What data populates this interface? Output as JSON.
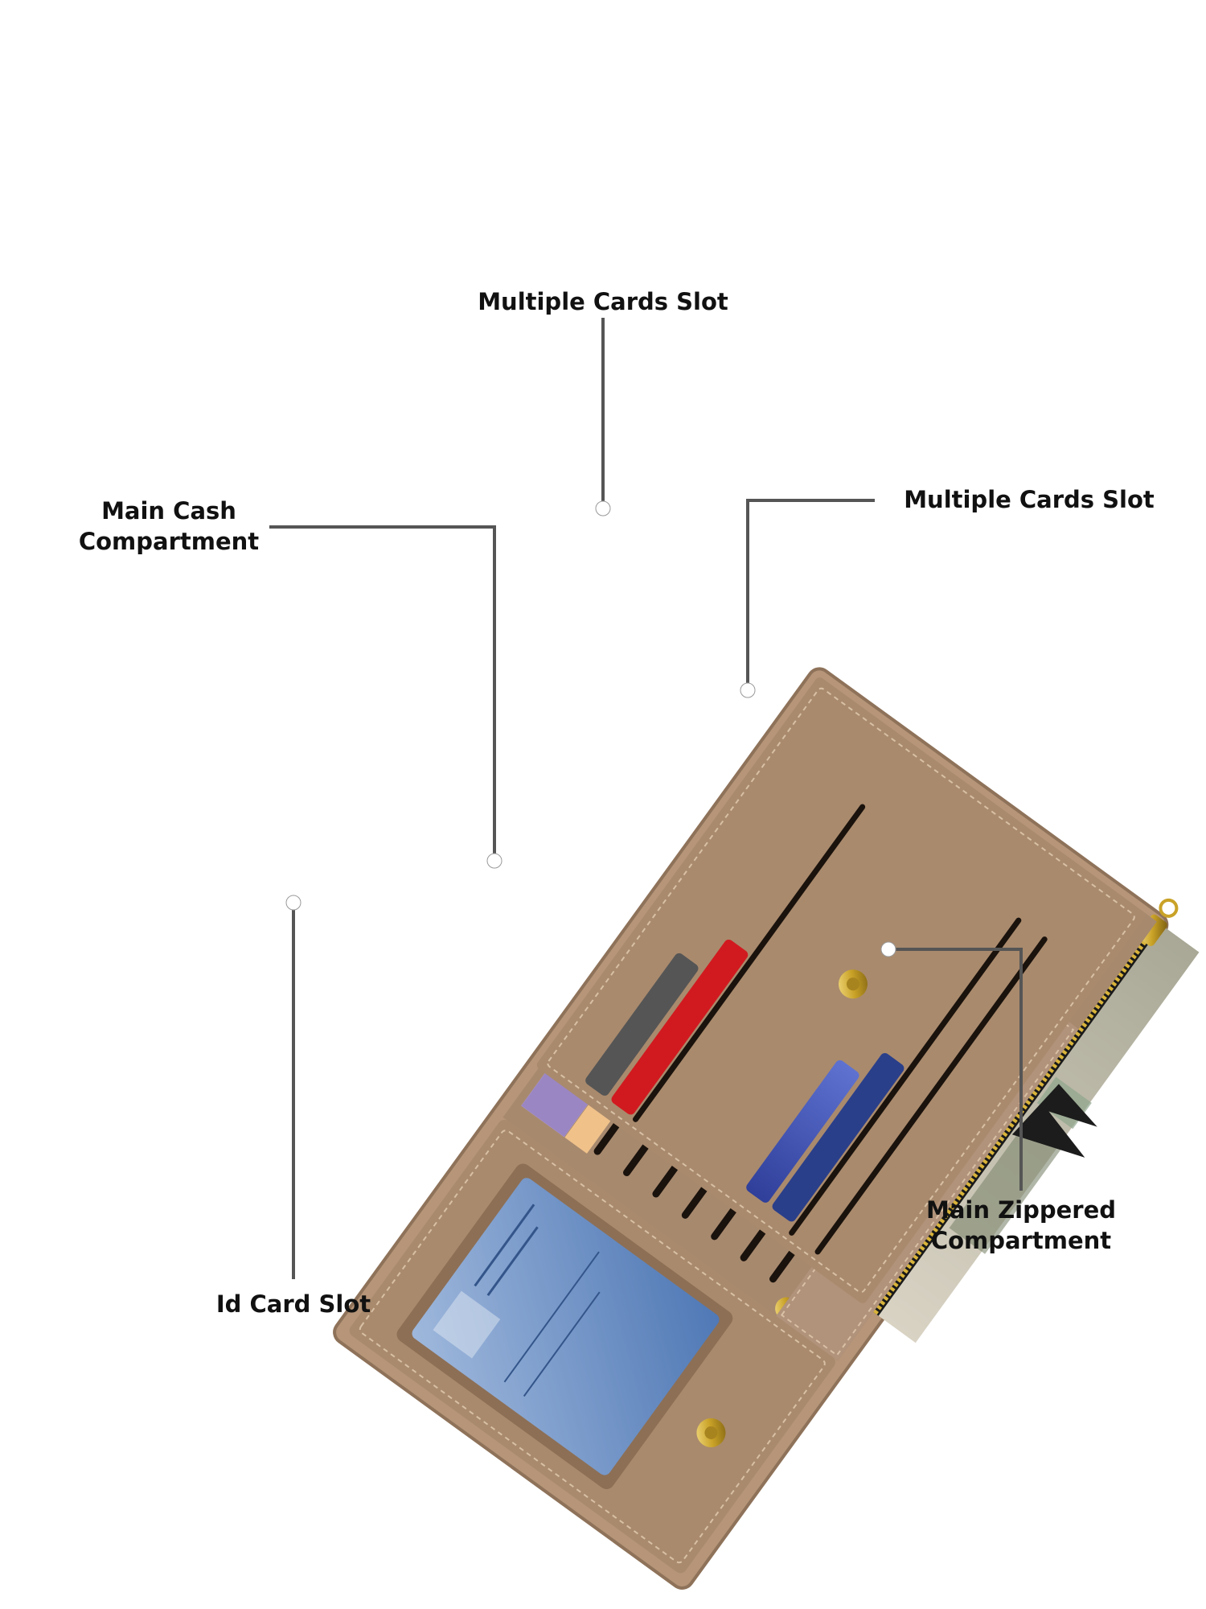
{
  "callouts": {
    "cards_top": {
      "text": "Multiple Cards Slot"
    },
    "cards_right": {
      "text": "Multiple Cards Slot"
    },
    "cash": {
      "line1": "Main Cash",
      "line2": "Compartment"
    },
    "zipper": {
      "line1": "Main Zippered",
      "line2": "Compartment"
    },
    "id_card": {
      "text": "Id Card Slot"
    }
  },
  "colors": {
    "wallet_leather": "#a98a6d",
    "wallet_inner": "#b1927a",
    "wallet_edge": "#caa98b",
    "leader_line": "#555555",
    "dot": "#ffffff"
  },
  "icons": {
    "snap_button": "gold-snap-icon"
  }
}
